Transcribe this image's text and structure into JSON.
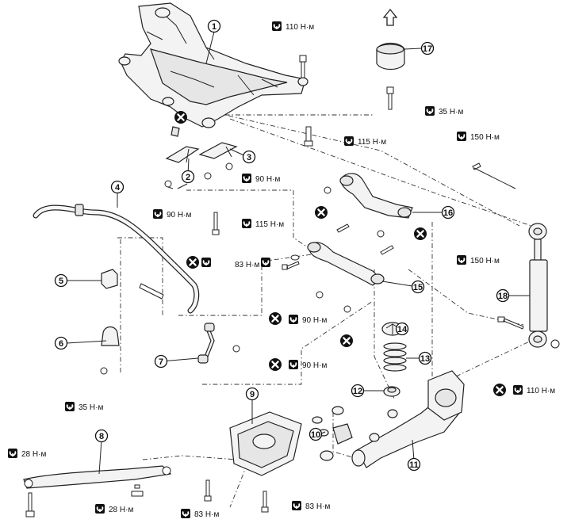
{
  "callouts": [
    {
      "id": "c1",
      "label": "1"
    },
    {
      "id": "c2",
      "label": "2"
    },
    {
      "id": "c3",
      "label": "3"
    },
    {
      "id": "c4",
      "label": "4"
    },
    {
      "id": "c5",
      "label": "5"
    },
    {
      "id": "c6",
      "label": "6"
    },
    {
      "id": "c7",
      "label": "7"
    },
    {
      "id": "c8",
      "label": "8"
    },
    {
      "id": "c9",
      "label": "9"
    },
    {
      "id": "c10",
      "label": "10"
    },
    {
      "id": "c11",
      "label": "11"
    },
    {
      "id": "c12",
      "label": "12"
    },
    {
      "id": "c13",
      "label": "13"
    },
    {
      "id": "c14",
      "label": "14"
    },
    {
      "id": "c15",
      "label": "15"
    },
    {
      "id": "c16",
      "label": "16"
    },
    {
      "id": "c17",
      "label": "17"
    },
    {
      "id": "c18",
      "label": "18"
    }
  ],
  "torques": {
    "t110_top": "110 Н·м",
    "t35_top": "35 Н·м",
    "t115_top": "115 Н·м",
    "t150_top": "150 Н·м",
    "t90_brk": "90 Н·м",
    "t90_left": "90 Н·м",
    "t115_mid": "115 Н·м",
    "t83_link": "83 Н·м",
    "t150_mid": "150 Н·м",
    "t90_lnk1": "90 Н·м",
    "t90_lnk2": "90 Н·м",
    "t35_left": "35 Н·м",
    "t110_right": "110 Н·м",
    "t28_left": "28 Н·м",
    "t28_bot": "28 Н·м",
    "t83_bot1": "83 Н·м",
    "t83_bot2": "83 Н·м"
  },
  "icons": {
    "torque_wrench": "torque-wrench-icon",
    "replace": "do-not-reuse-icon",
    "up_arrow": "vehicle-front-arrow-icon"
  }
}
